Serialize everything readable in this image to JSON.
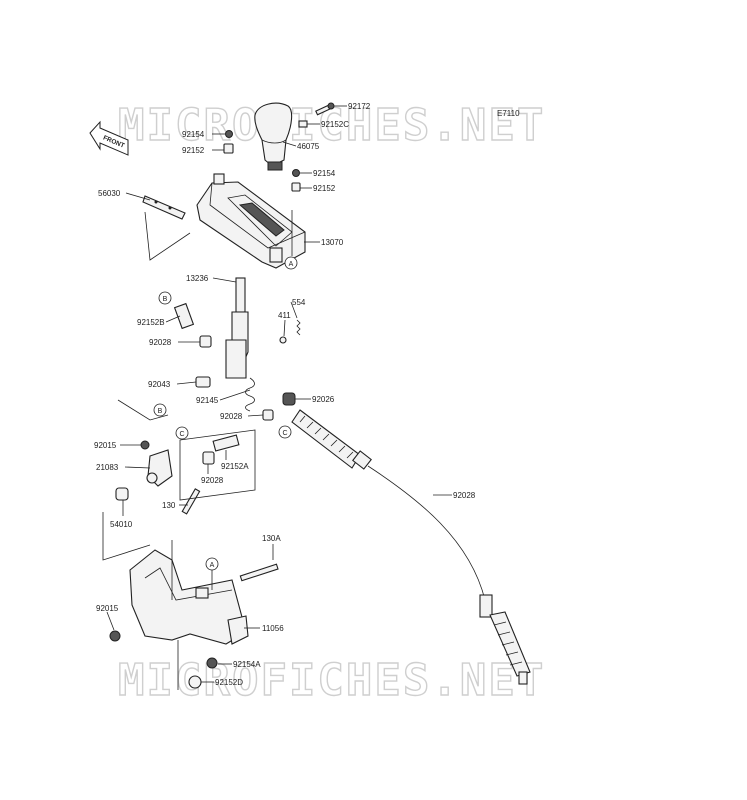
{
  "watermark": "MICROFICHES.NET",
  "diagram_code": "E7110",
  "front_label": "FRONT",
  "callout_letters": [
    "A",
    "B",
    "C"
  ],
  "parts": [
    {
      "id": "p92172",
      "label": "92172"
    },
    {
      "id": "p92152C",
      "label": "92152C"
    },
    {
      "id": "p92154_top",
      "label": "92154"
    },
    {
      "id": "p92152_top",
      "label": "92152"
    },
    {
      "id": "p46075",
      "label": "46075"
    },
    {
      "id": "p92154_r",
      "label": "92154"
    },
    {
      "id": "p92152_r",
      "label": "92152"
    },
    {
      "id": "p56030",
      "label": "56030"
    },
    {
      "id": "p13070",
      "label": "13070"
    },
    {
      "id": "p13236",
      "label": "13236"
    },
    {
      "id": "p554",
      "label": "554"
    },
    {
      "id": "p411",
      "label": "411"
    },
    {
      "id": "p92152B",
      "label": "92152B"
    },
    {
      "id": "p92028_a",
      "label": "92028"
    },
    {
      "id": "p92043",
      "label": "92043"
    },
    {
      "id": "p92026",
      "label": "92026"
    },
    {
      "id": "p92145",
      "label": "92145"
    },
    {
      "id": "p92028_b",
      "label": "92028"
    },
    {
      "id": "p92015_a",
      "label": "92015"
    },
    {
      "id": "p21083",
      "label": "21083"
    },
    {
      "id": "p92152A",
      "label": "92152A"
    },
    {
      "id": "p92028_c",
      "label": "92028"
    },
    {
      "id": "p130",
      "label": "130"
    },
    {
      "id": "p54010",
      "label": "54010"
    },
    {
      "id": "p92028_d",
      "label": "92028"
    },
    {
      "id": "p130A",
      "label": "130A"
    },
    {
      "id": "p92015_b",
      "label": "92015"
    },
    {
      "id": "p11056",
      "label": "11056"
    },
    {
      "id": "p92154A",
      "label": "92154A"
    },
    {
      "id": "p92152D",
      "label": "92152D"
    }
  ]
}
